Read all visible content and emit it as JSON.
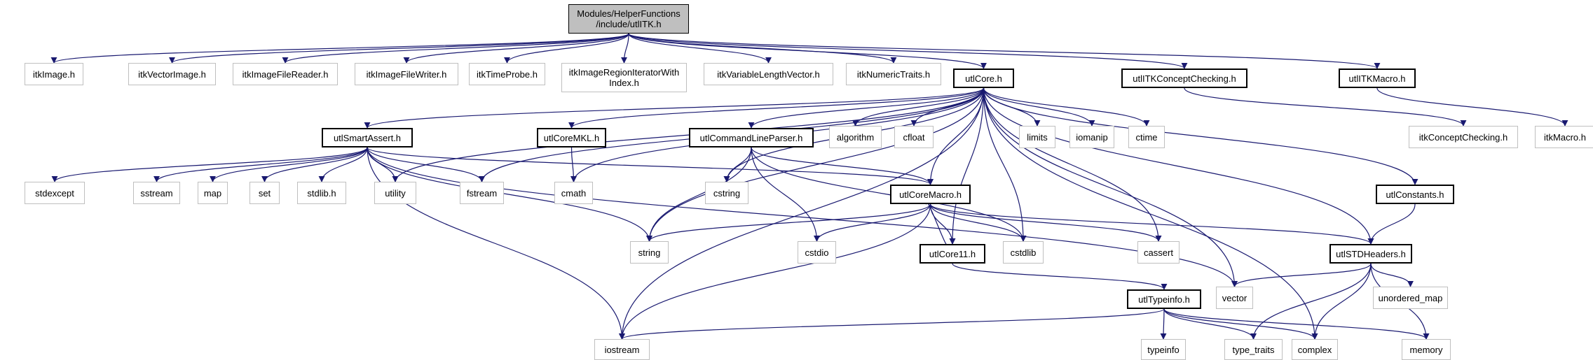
{
  "colors": {
    "edge": "#191970",
    "documented_border": "#000000",
    "external_border": "#bfbfbf",
    "root_fill": "#bfbfbf"
  },
  "nodes": [
    {
      "id": "root",
      "label": "Modules/HelperFunctions\n/include/utlITK.h",
      "kind": "root"
    },
    {
      "id": "itkImage",
      "label": "itkImage.h",
      "kind": "external"
    },
    {
      "id": "itkVectorImage",
      "label": "itkVectorImage.h",
      "kind": "external"
    },
    {
      "id": "itkImageFileReader",
      "label": "itkImageFileReader.h",
      "kind": "external"
    },
    {
      "id": "itkImageFileWriter",
      "label": "itkImageFileWriter.h",
      "kind": "external"
    },
    {
      "id": "itkTimeProbe",
      "label": "itkTimeProbe.h",
      "kind": "external"
    },
    {
      "id": "itkImageRegionIteratorWithIndex",
      "label": "itkImageRegionIteratorWith\nIndex.h",
      "kind": "external"
    },
    {
      "id": "itkVariableLengthVector",
      "label": "itkVariableLengthVector.h",
      "kind": "external"
    },
    {
      "id": "itkNumericTraits",
      "label": "itkNumericTraits.h",
      "kind": "external"
    },
    {
      "id": "utlCore",
      "label": "utlCore.h",
      "kind": "documented"
    },
    {
      "id": "utlITKConceptChecking",
      "label": "utlITKConceptChecking.h",
      "kind": "documented"
    },
    {
      "id": "utlITKMacro",
      "label": "utlITKMacro.h",
      "kind": "documented"
    },
    {
      "id": "utlSmartAssert",
      "label": "utlSmartAssert.h",
      "kind": "documented"
    },
    {
      "id": "utlCoreMKL",
      "label": "utlCoreMKL.h",
      "kind": "documented"
    },
    {
      "id": "utlCommandLineParser",
      "label": "utlCommandLineParser.h",
      "kind": "documented"
    },
    {
      "id": "algorithm",
      "label": "algorithm",
      "kind": "external"
    },
    {
      "id": "cfloat",
      "label": "cfloat",
      "kind": "external"
    },
    {
      "id": "climits",
      "label": "limits",
      "kind": "external"
    },
    {
      "id": "iomanip",
      "label": "iomanip",
      "kind": "external"
    },
    {
      "id": "ctime",
      "label": "ctime",
      "kind": "external"
    },
    {
      "id": "itkConceptChecking",
      "label": "itkConceptChecking.h",
      "kind": "external"
    },
    {
      "id": "itkMacro",
      "label": "itkMacro.h",
      "kind": "external"
    },
    {
      "id": "stdexcept",
      "label": "stdexcept",
      "kind": "external"
    },
    {
      "id": "sstream",
      "label": "sstream",
      "kind": "external"
    },
    {
      "id": "map",
      "label": "map",
      "kind": "external"
    },
    {
      "id": "set",
      "label": "set",
      "kind": "external"
    },
    {
      "id": "stdlib",
      "label": "stdlib.h",
      "kind": "external"
    },
    {
      "id": "utility",
      "label": "utility",
      "kind": "external"
    },
    {
      "id": "fstream",
      "label": "fstream",
      "kind": "external"
    },
    {
      "id": "cmath",
      "label": "cmath",
      "kind": "external"
    },
    {
      "id": "cstring",
      "label": "cstring",
      "kind": "external"
    },
    {
      "id": "utlCoreMacro",
      "label": "utlCoreMacro.h",
      "kind": "documented"
    },
    {
      "id": "utlConstants",
      "label": "utlConstants.h",
      "kind": "documented"
    },
    {
      "id": "string",
      "label": "string",
      "kind": "external"
    },
    {
      "id": "cstdio",
      "label": "cstdio",
      "kind": "external"
    },
    {
      "id": "utlCore11",
      "label": "utlCore11.h",
      "kind": "documented"
    },
    {
      "id": "cstdlib",
      "label": "cstdlib",
      "kind": "external"
    },
    {
      "id": "cassert",
      "label": "cassert",
      "kind": "external"
    },
    {
      "id": "utlSTDHeaders",
      "label": "utlSTDHeaders.h",
      "kind": "documented"
    },
    {
      "id": "vector",
      "label": "vector",
      "kind": "external"
    },
    {
      "id": "unordered_map",
      "label": "unordered_map",
      "kind": "external"
    },
    {
      "id": "utlTypeinfo",
      "label": "utlTypeinfo.h",
      "kind": "documented"
    },
    {
      "id": "iostream",
      "label": "iostream",
      "kind": "external"
    },
    {
      "id": "typeinfo",
      "label": "typeinfo",
      "kind": "external"
    },
    {
      "id": "type_traits",
      "label": "type_traits",
      "kind": "external"
    },
    {
      "id": "complex",
      "label": "complex",
      "kind": "external"
    },
    {
      "id": "memory",
      "label": "memory",
      "kind": "external"
    }
  ],
  "edges": [
    [
      "root",
      "itkImage"
    ],
    [
      "root",
      "itkVectorImage"
    ],
    [
      "root",
      "itkImageFileReader"
    ],
    [
      "root",
      "itkImageFileWriter"
    ],
    [
      "root",
      "itkTimeProbe"
    ],
    [
      "root",
      "itkImageRegionIteratorWithIndex"
    ],
    [
      "root",
      "itkVariableLengthVector"
    ],
    [
      "root",
      "itkNumericTraits"
    ],
    [
      "root",
      "utlCore"
    ],
    [
      "root",
      "utlITKConceptChecking"
    ],
    [
      "root",
      "utlITKMacro"
    ],
    [
      "utlITKConceptChecking",
      "itkConceptChecking"
    ],
    [
      "utlITKMacro",
      "itkMacro"
    ],
    [
      "utlCore",
      "utlSmartAssert"
    ],
    [
      "utlCore",
      "utlCoreMKL"
    ],
    [
      "utlCore",
      "utlCommandLineParser"
    ],
    [
      "utlCore",
      "algorithm"
    ],
    [
      "utlCore",
      "cfloat"
    ],
    [
      "utlCore",
      "climits"
    ],
    [
      "utlCore",
      "iomanip"
    ],
    [
      "utlCore",
      "ctime"
    ],
    [
      "utlCore",
      "utility"
    ],
    [
      "utlCore",
      "fstream"
    ],
    [
      "utlCore",
      "cmath"
    ],
    [
      "utlCore",
      "cstring"
    ],
    [
      "utlCore",
      "string"
    ],
    [
      "utlCore",
      "utlCoreMacro"
    ],
    [
      "utlCore",
      "utlCore11"
    ],
    [
      "utlCore",
      "cstdlib"
    ],
    [
      "utlCore",
      "cassert"
    ],
    [
      "utlCore",
      "vector"
    ],
    [
      "utlCore",
      "complex"
    ],
    [
      "utlCore",
      "utlConstants"
    ],
    [
      "utlCore",
      "utlSTDHeaders"
    ],
    [
      "utlCore",
      "iostream"
    ],
    [
      "utlSmartAssert",
      "stdexcept"
    ],
    [
      "utlSmartAssert",
      "sstream"
    ],
    [
      "utlSmartAssert",
      "map"
    ],
    [
      "utlSmartAssert",
      "set"
    ],
    [
      "utlSmartAssert",
      "stdlib"
    ],
    [
      "utlSmartAssert",
      "utility"
    ],
    [
      "utlSmartAssert",
      "fstream"
    ],
    [
      "utlSmartAssert",
      "utlCoreMacro"
    ],
    [
      "utlSmartAssert",
      "string"
    ],
    [
      "utlSmartAssert",
      "iostream"
    ],
    [
      "utlSmartAssert",
      "vector"
    ],
    [
      "utlCoreMKL",
      "cmath"
    ],
    [
      "utlCommandLineParser",
      "cstring"
    ],
    [
      "utlCommandLineParser",
      "string"
    ],
    [
      "utlCommandLineParser",
      "utlCoreMacro"
    ],
    [
      "utlCommandLineParser",
      "cstdio"
    ],
    [
      "utlCommandLineParser",
      "cstdlib"
    ],
    [
      "utlCoreMacro",
      "string"
    ],
    [
      "utlCoreMacro",
      "cstdio"
    ],
    [
      "utlCoreMacro",
      "utlCore11"
    ],
    [
      "utlCoreMacro",
      "cstdlib"
    ],
    [
      "utlCoreMacro",
      "cassert"
    ],
    [
      "utlCoreMacro",
      "utlSTDHeaders"
    ],
    [
      "utlCoreMacro",
      "iostream"
    ],
    [
      "utlCore11",
      "utlCoreMacro"
    ],
    [
      "utlCore11",
      "utlTypeinfo"
    ],
    [
      "utlConstants",
      "utlSTDHeaders"
    ],
    [
      "utlSTDHeaders",
      "vector"
    ],
    [
      "utlSTDHeaders",
      "unordered_map"
    ],
    [
      "utlSTDHeaders",
      "type_traits"
    ],
    [
      "utlSTDHeaders",
      "complex"
    ],
    [
      "utlSTDHeaders",
      "memory"
    ],
    [
      "utlTypeinfo",
      "iostream"
    ],
    [
      "utlTypeinfo",
      "typeinfo"
    ],
    [
      "utlTypeinfo",
      "type_traits"
    ],
    [
      "utlTypeinfo",
      "complex"
    ],
    [
      "utlTypeinfo",
      "memory"
    ]
  ]
}
